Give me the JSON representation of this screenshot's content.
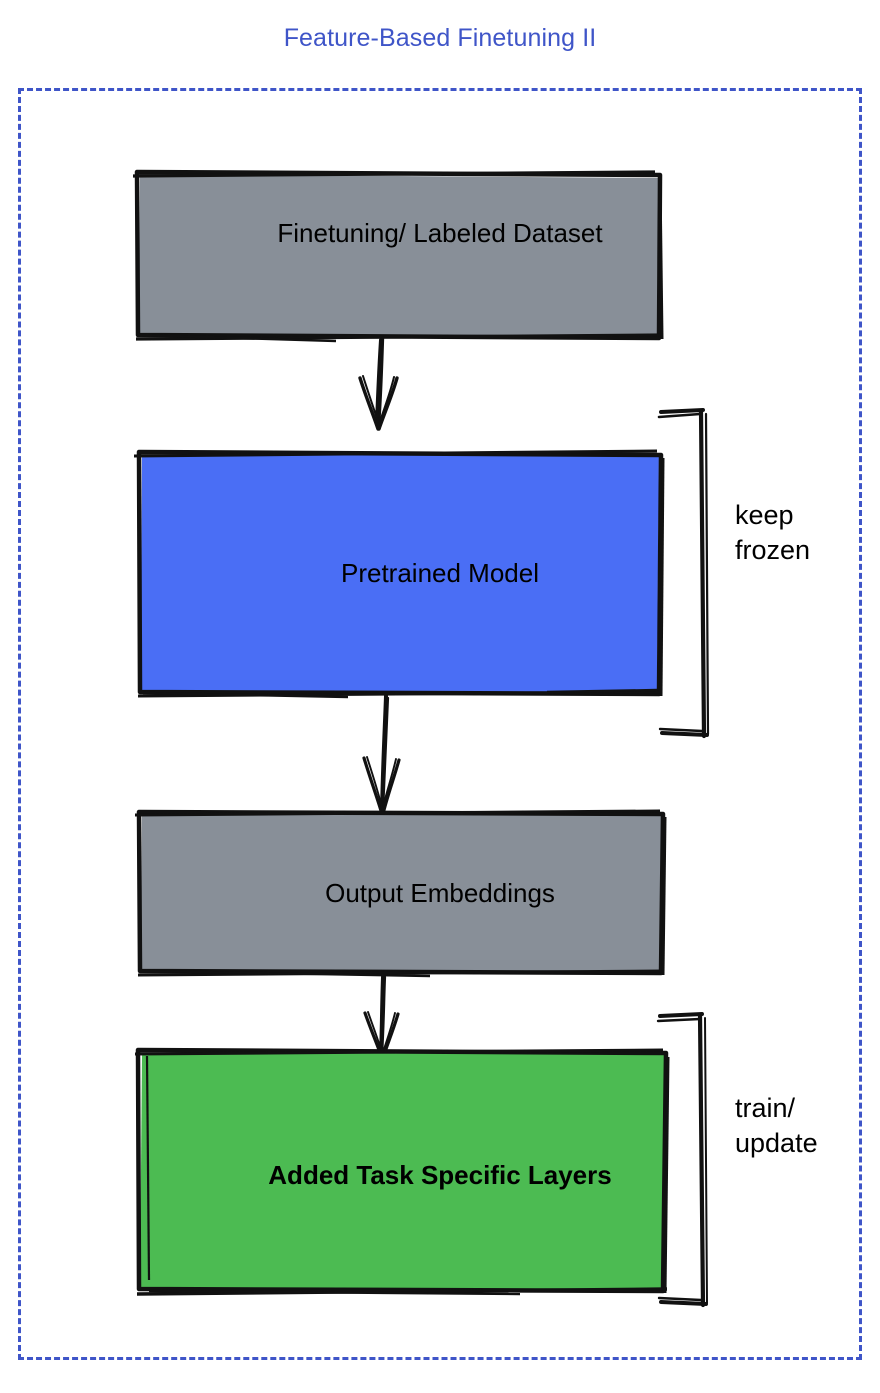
{
  "title": "Feature-Based Finetuning II",
  "colors": {
    "title": "#3f55c8",
    "frame_dashed": "#3f55c8",
    "gray_node": "#888f98",
    "blue_node": "#4a6ef5",
    "green_node": "#4cbb52",
    "stroke": "#111111",
    "text": "#000000",
    "background": "#ffffff"
  },
  "nodes": [
    {
      "id": "dataset",
      "label": "Finetuning/ Labeled Dataset",
      "fill": "#888f98"
    },
    {
      "id": "pretrained",
      "label": "Pretrained Model",
      "fill": "#4a6ef5"
    },
    {
      "id": "embeddings",
      "label": "Output Embeddings",
      "fill": "#888f98"
    },
    {
      "id": "task_layers",
      "label": "Added Task Specific Layers",
      "fill": "#4cbb52"
    }
  ],
  "brackets": [
    {
      "id": "frozen",
      "lines": [
        "keep",
        "frozen"
      ],
      "target": "pretrained"
    },
    {
      "id": "update",
      "lines": [
        "train/",
        "update"
      ],
      "target": "task_layers"
    }
  ],
  "connections": [
    {
      "from": "dataset",
      "to": "pretrained",
      "style": "arrow-down"
    },
    {
      "from": "pretrained",
      "to": "embeddings",
      "style": "arrow-down"
    },
    {
      "from": "embeddings",
      "to": "task_layers",
      "style": "arrow-down"
    }
  ]
}
